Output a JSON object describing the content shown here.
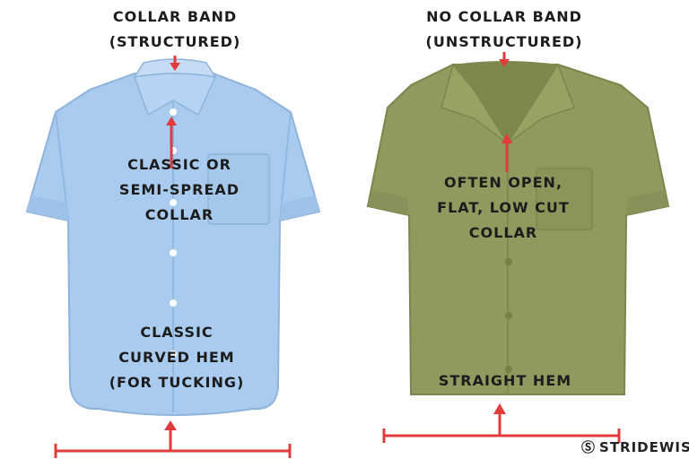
{
  "left": {
    "title_lines": [
      "COLLAR BAND",
      "(STRUCTURED)"
    ],
    "collar_label_lines": [
      "CLASSIC OR",
      "SEMI-SPREAD",
      "COLLAR"
    ],
    "hem_label_lines": [
      "CLASSIC",
      "CURVED HEM",
      "(FOR TUCKING)"
    ],
    "shirt_color": "#a9cbef"
  },
  "right": {
    "title_lines": [
      "NO COLLAR BAND",
      "(UNSTRUCTURED)"
    ],
    "collar_label_lines": [
      "OFTEN OPEN,",
      "FLAT, LOW CUT",
      "COLLAR"
    ],
    "hem_label_lines": [
      "STRAIGHT HEM"
    ],
    "shirt_color": "#8f9a5e"
  },
  "arrow_color": "#e23b3b",
  "brand": {
    "name": "STRIDEWISE",
    "icon": "s-logo-icon"
  }
}
